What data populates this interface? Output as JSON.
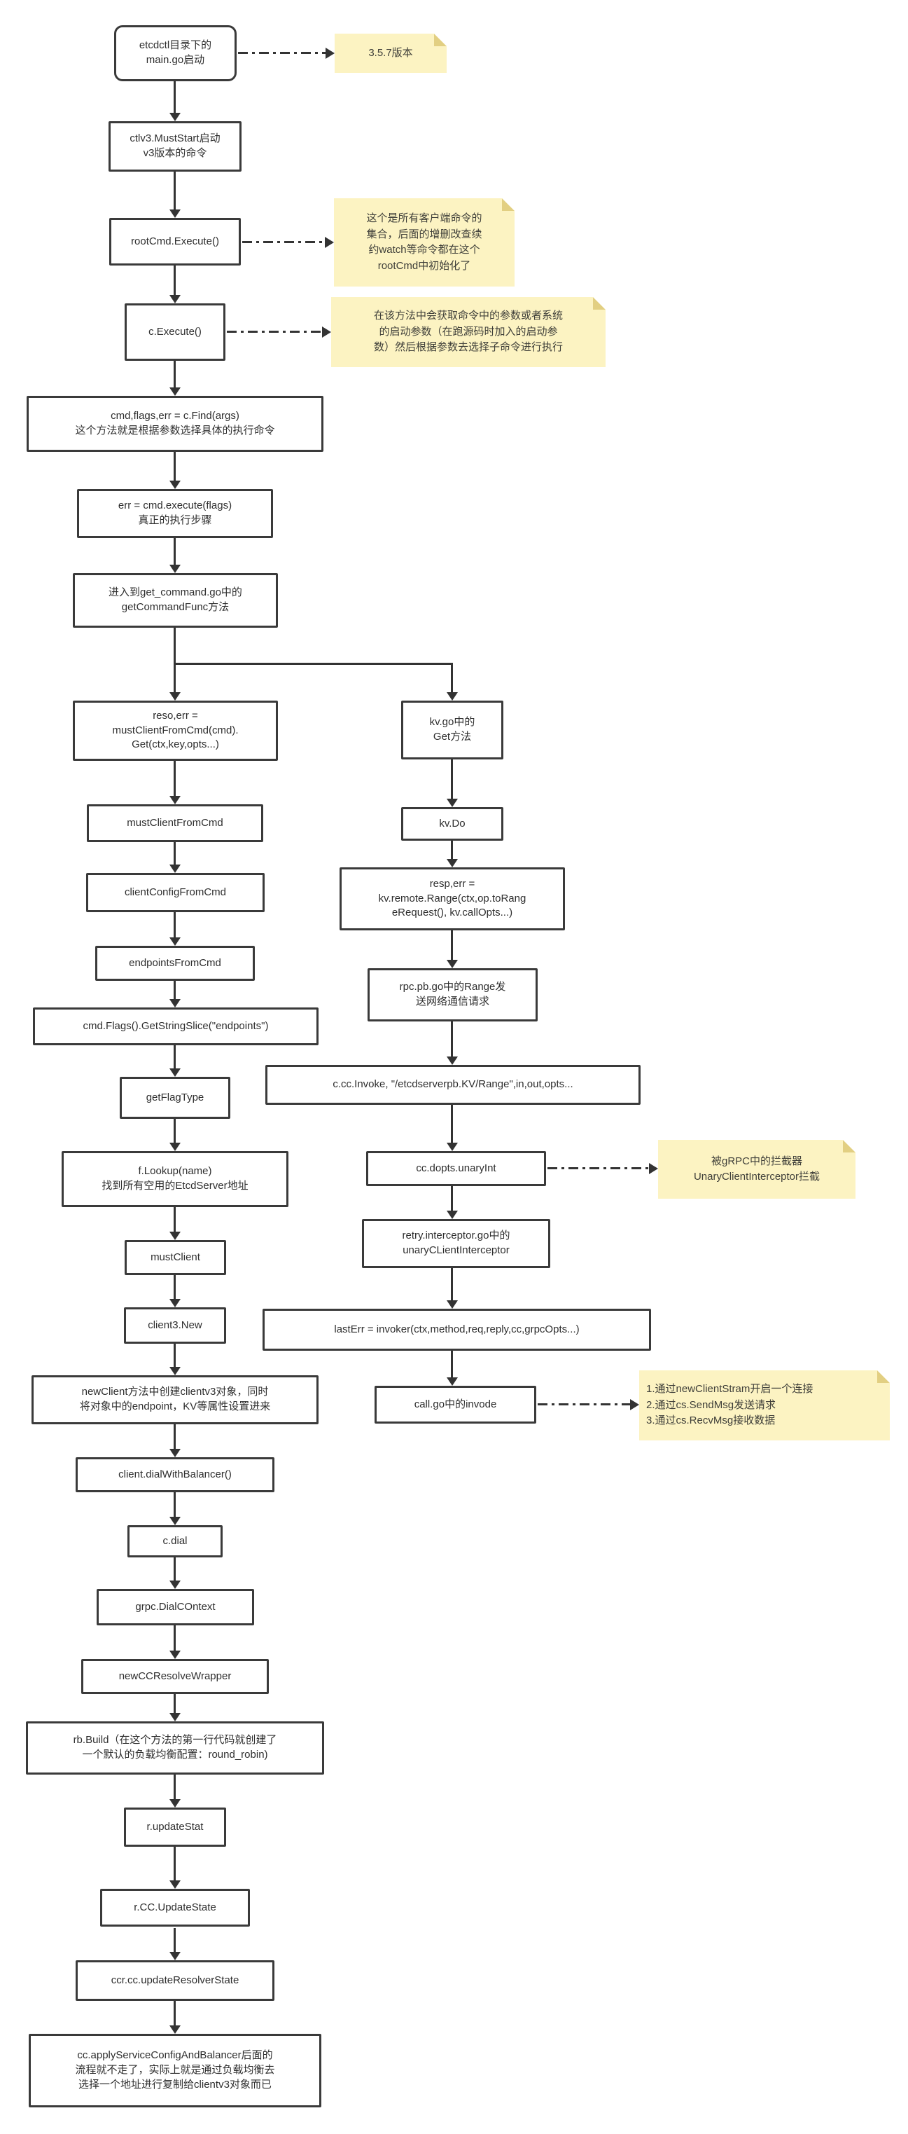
{
  "colors": {
    "note_bg": "#FCF3C2",
    "note_fold": "#E2CF82",
    "line": "#333333",
    "node_border": "#3A3A3A"
  },
  "nodes": {
    "main_go": "etcdctl目录下的\nmain.go启动",
    "must_start": "ctlv3.MustStart启动\nv3版本的命令",
    "root_cmd_execute": "rootCmd.Execute()",
    "c_execute": "c.Execute()",
    "find_args": "cmd,flags,err = c.Find(args)\n这个方法就是根据参数选择具体的执行命令",
    "cmd_execute_flags": "err = cmd.execute(flags)\n真正的执行步骤",
    "get_command_func": "进入到get_command.go中的\ngetCommandFunc方法",
    "reso_err": "reso,err =\nmustClientFromCmd(cmd).\nGet(ctx,key,opts...)",
    "must_client_from_cmd": "mustClientFromCmd",
    "client_config_from_cmd": "clientConfigFromCmd",
    "endpoints_from_cmd": "endpointsFromCmd",
    "get_string_slice": "cmd.Flags().GetStringSlice(\"endpoints\")",
    "get_flag_type": "getFlagType",
    "f_lookup": "f.Lookup(name)\n找到所有空用的EtcdServer地址",
    "must_client": "mustClient",
    "client3_new": "client3.New",
    "new_client": "newClient方法中创建clientv3对象，同时\n将对象中的endpoint，KV等属性设置进来",
    "dial_with_balancer": "client.dialWithBalancer()",
    "c_dial": "c.dial",
    "grpc_dial_context": "grpc.DialCOntext",
    "new_cc_resolve_wrapper": "newCCResolveWrapper",
    "rb_build": "rb.Build（在这个方法的第一行代码就创建了\n一个默认的负载均衡配置：round_robin)",
    "r_update_stat": "r.updateStat",
    "r_cc_update_state": "r.CC.UpdateState",
    "ccr_update_resolver_state": "ccr.cc.updateResolverState",
    "apply_service_config": "cc.applyServiceConfigAndBalancer后面的\n流程就不走了，实际上就是通过负载均衡去\n选择一个地址进行复制给clientv3对象而已",
    "kv_get": "kv.go中的\nGet方法",
    "kv_do": "kv.Do",
    "kv_remote_range": "resp,err =\nkv.remote.Range(ctx,op.toRang\neRequest(), kv.callOpts...)",
    "rpc_pb_range": "rpc.pb.go中的Range发\n送网络通信请求",
    "cc_invoke": "c.cc.Invoke, \"/etcdserverpb.KV/Range\",in,out,opts...",
    "cc_dopts_unary_int": "cc.dopts.unaryInt",
    "retry_interceptor": "retry.interceptor.go中的\nunaryCLientInterceptor",
    "last_err_invoker": "lastErr = invoker(ctx,method,req,reply,cc,grpcOpts...)",
    "call_go_invode": "call.go中的invode"
  },
  "notes": {
    "version": "3.5.7版本",
    "root_cmd": "这个是所有客户端命令的\n集合，后面的增删改查续\n约watch等命令都在这个\nrootCmd中初始化了",
    "c_execute": "在该方法中会获取命令中的参数或者系统\n的启动参数（在跑源码时加入的启动参\n数）然后根据参数去选择子命令进行执行",
    "interceptor": "被gRPC中的拦截器\nUnaryClientInterceptor拦截",
    "invode_steps": "1.通过newClientStram开启一个连接\n2.通过cs.SendMsg发送请求\n3.通过cs.RecvMsg接收数据"
  }
}
